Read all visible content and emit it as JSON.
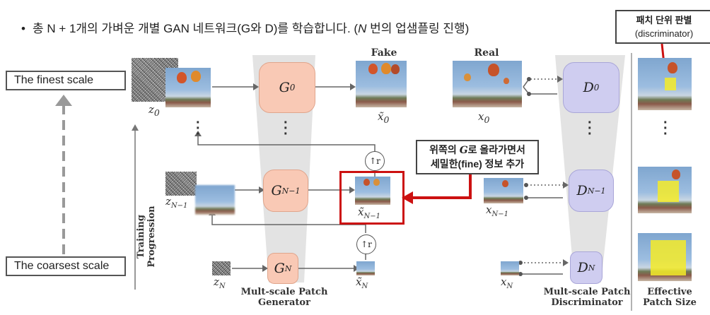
{
  "header": {
    "bullet": "•",
    "text_main": "총 N + 1개의 가벼운 개별 GAN 네트워크(G와 D)를 학습합니다. (",
    "text_var": "N",
    "text_tail": " 번의 업샘플링 진행)"
  },
  "scales": {
    "finest": "The finest scale",
    "coarsest": "The coarsest scale"
  },
  "axis": {
    "training_progression": "Training Progression"
  },
  "columns": {
    "fake": "Fake",
    "real": "Real",
    "generator_label_1": "Mult-scale Patch",
    "generator_label_2": "Generator",
    "discriminator_label_1": "Mult-scale Patch",
    "discriminator_label_2": "Discriminator",
    "patch_label_1": "Effective",
    "patch_label_2": "Patch Size"
  },
  "generators": {
    "g0": "G",
    "g0_sub": "0",
    "gn1": "G",
    "gn1_sub": "N−1",
    "gn": "G",
    "gn_sub": "N"
  },
  "discriminators": {
    "d0": "D",
    "d0_sub": "0",
    "dn1": "D",
    "dn1_sub": "N−1",
    "dn": "D",
    "dn_sub": "N"
  },
  "math_labels": {
    "z0": "z",
    "z0_sub": "0",
    "zn1": "z",
    "zn1_sub": "N−1",
    "zn": "z",
    "zn_sub": "N",
    "x0_fake": "x̃",
    "x0_fake_sub": "0",
    "x0_real": "x",
    "x0_real_sub": "0",
    "xn1_fake": "x̃",
    "xn1_fake_sub": "N−1",
    "xn1_real": "x",
    "xn1_real_sub": "N−1",
    "xn_fake": "x̃",
    "xn_fake_sub": "N",
    "xn_real": "x",
    "xn_real_sub": "N",
    "upsample": "↑r"
  },
  "annotations": {
    "discriminator_note_1": "패치 단위 판별",
    "discriminator_note_2": "(discriminator)",
    "fine_note_1_pre": "위쪽의 ",
    "fine_note_1_var": "G",
    "fine_note_1_post": "로 올라가면서",
    "fine_note_2": "세밀한(fine) 정보 추가"
  },
  "colors": {
    "generator_fill": "#f9c9b5",
    "discriminator_fill": "#cfcdf0",
    "highlight_red": "#cc1111",
    "patch_yellow": "#f5eb28"
  }
}
